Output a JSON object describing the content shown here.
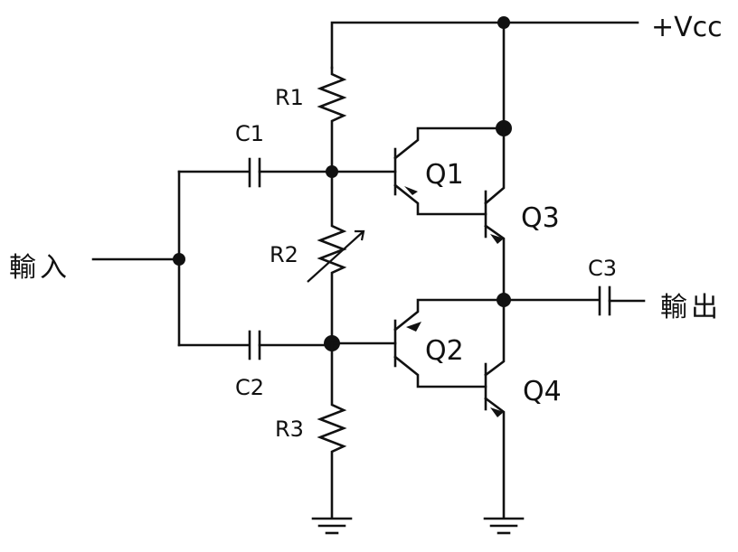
{
  "labels": {
    "vcc": "+Vcc",
    "input": "輸入",
    "output": "輸出",
    "r1": "R1",
    "r2": "R2",
    "r3": "R3",
    "c1": "C1",
    "c2": "C2",
    "c3": "C3",
    "q1": "Q1",
    "q2": "Q2",
    "q3": "Q3",
    "q4": "Q4"
  }
}
